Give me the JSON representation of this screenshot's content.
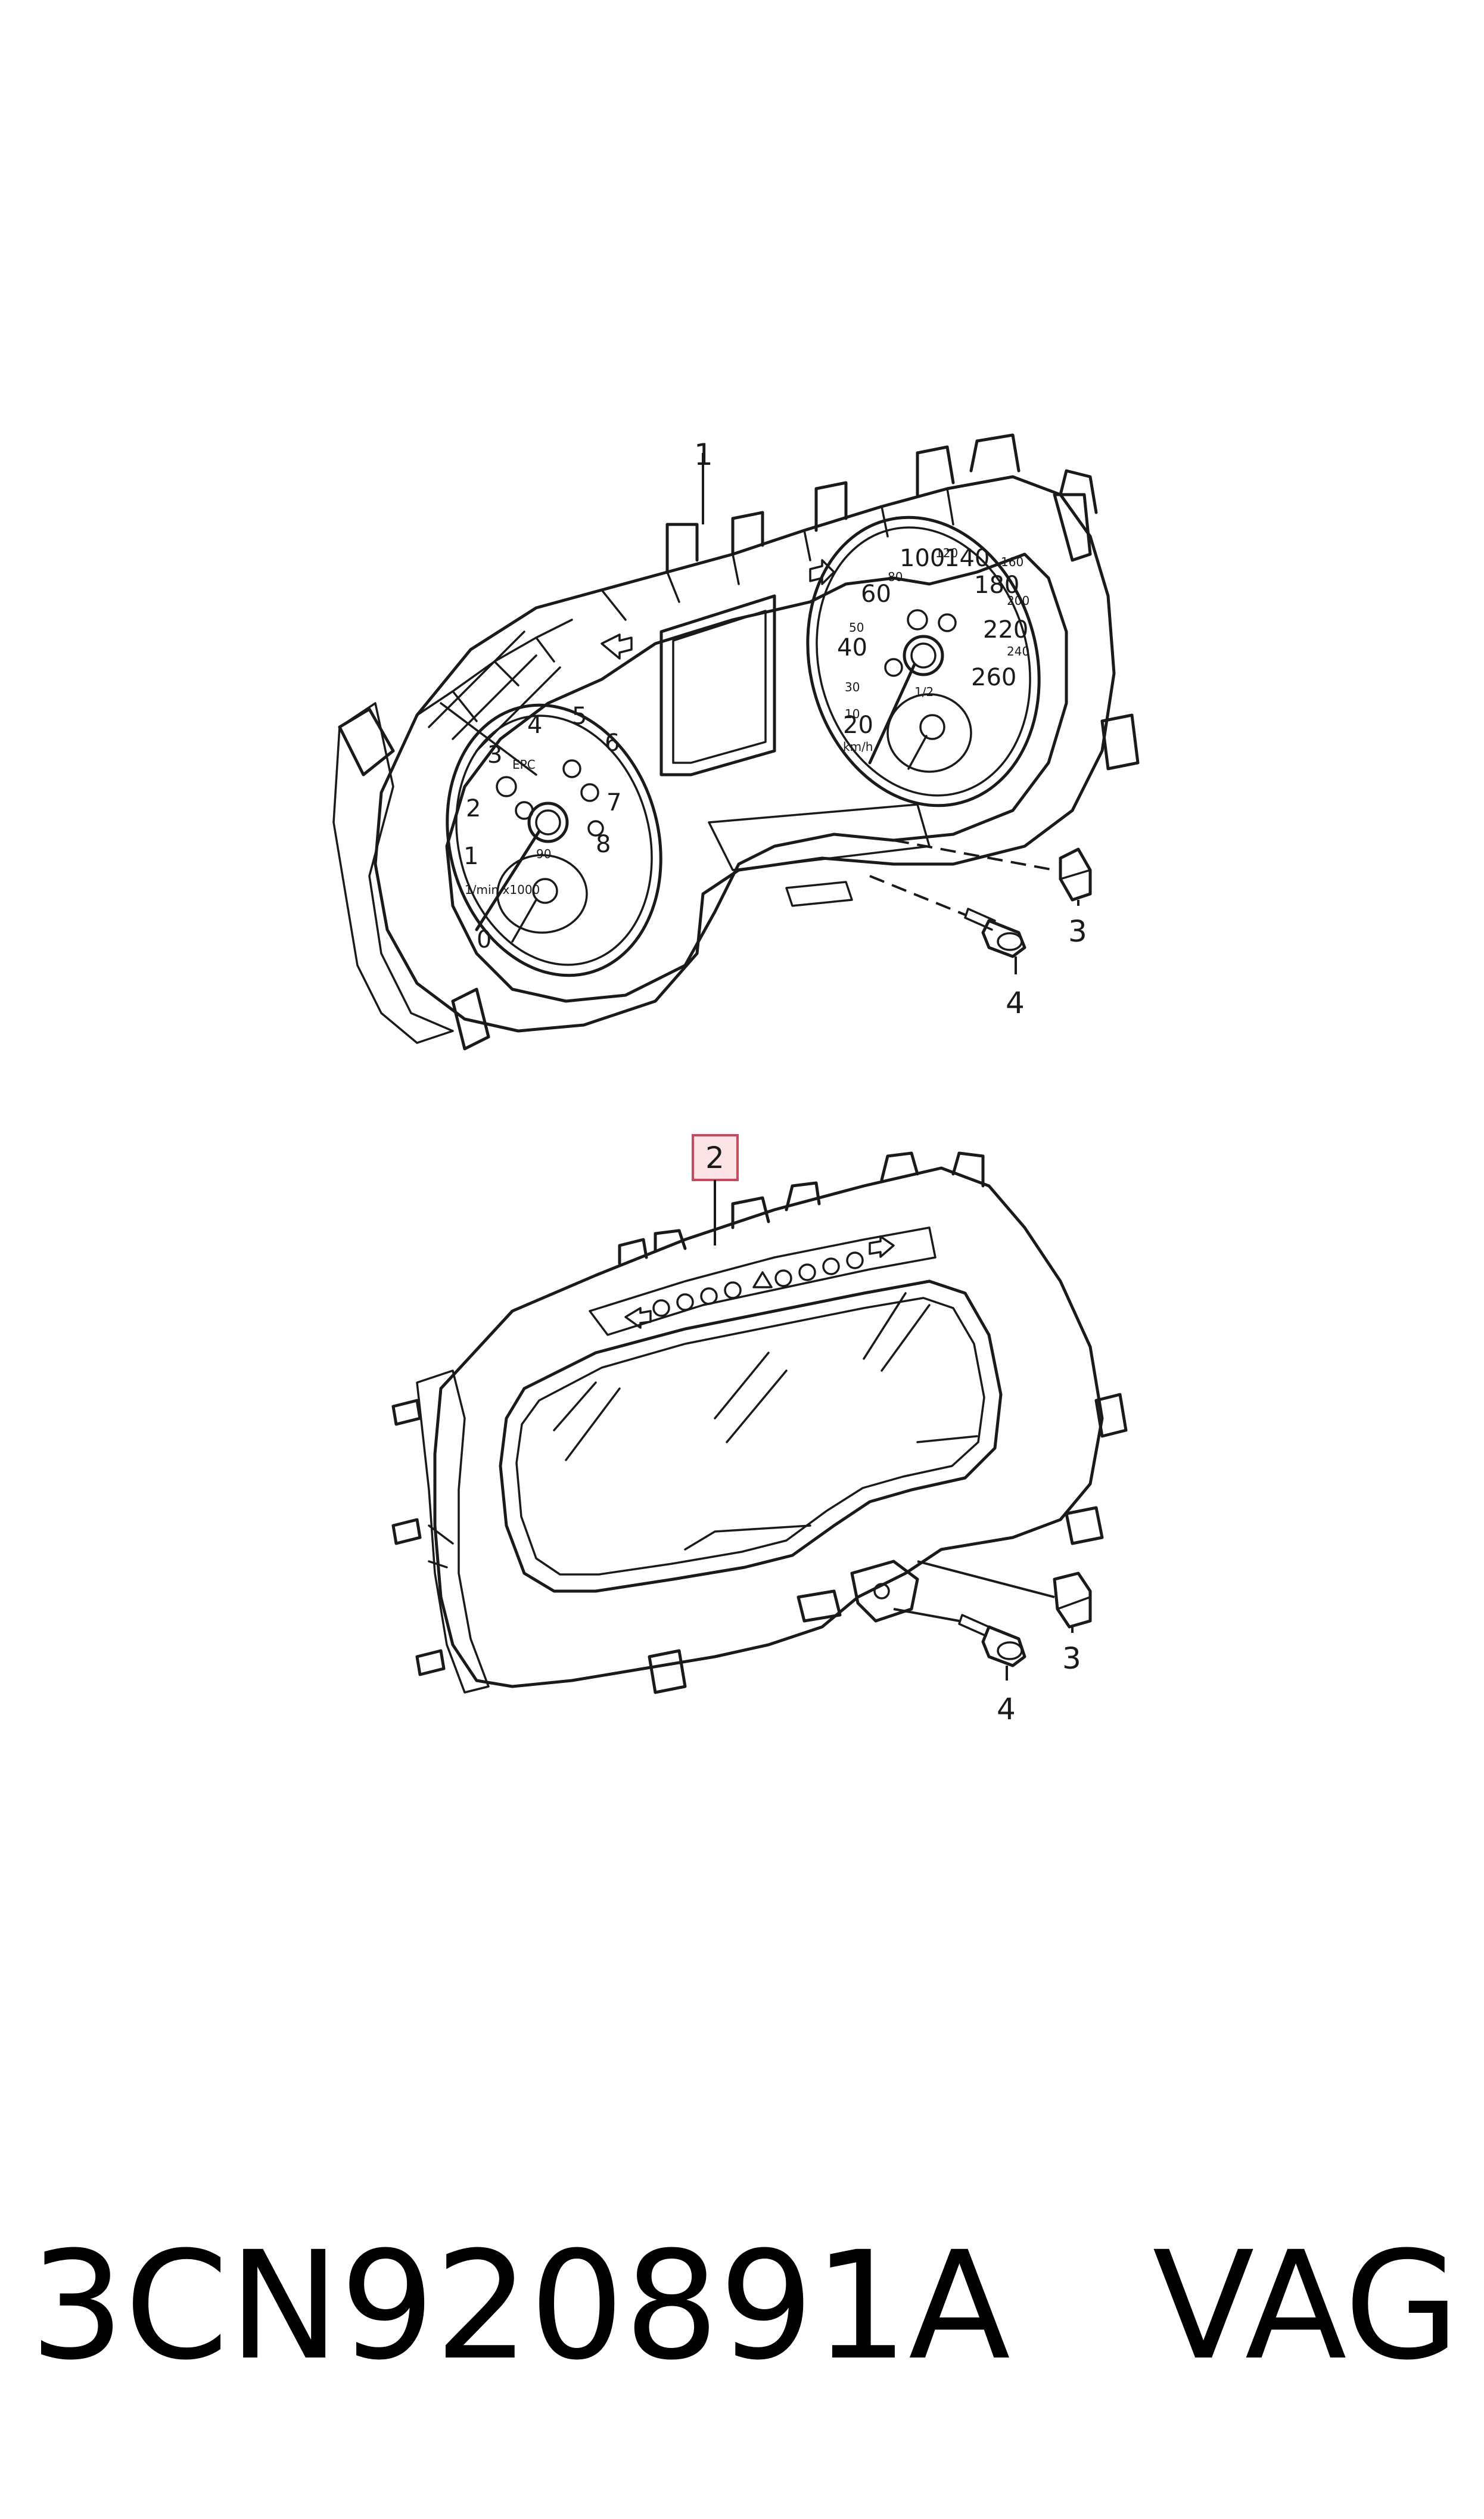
{
  "callouts": {
    "upper_cluster_item": "1",
    "lower_cluster_item": "2",
    "upper_clip": "3",
    "upper_screw": "4",
    "lower_clip": "3",
    "lower_screw": "4"
  },
  "tachometer": {
    "numbers": [
      "0",
      "1",
      "2",
      "3",
      "4",
      "5",
      "6",
      "7",
      "8"
    ],
    "epc_label": "EPC",
    "unit_label": "1/min x1000"
  },
  "speedometer": {
    "numbers": [
      "20",
      "40",
      "60",
      "100",
      "140",
      "180",
      "220",
      "260"
    ],
    "minor_numbers": [
      "10",
      "30",
      "50",
      "80",
      "120",
      "160",
      "200",
      "240"
    ],
    "unit_label": "km/h"
  },
  "fuel_gauge": {
    "half_label": "1/2"
  },
  "temp_gauge": {
    "label": "90"
  },
  "footer": {
    "part_number": "3CN920891A",
    "brand": "VAG"
  },
  "colors": {
    "line": "#1a1a1a",
    "highlight_fill": "#fbe3e6",
    "highlight_stroke": "#c9485b"
  }
}
